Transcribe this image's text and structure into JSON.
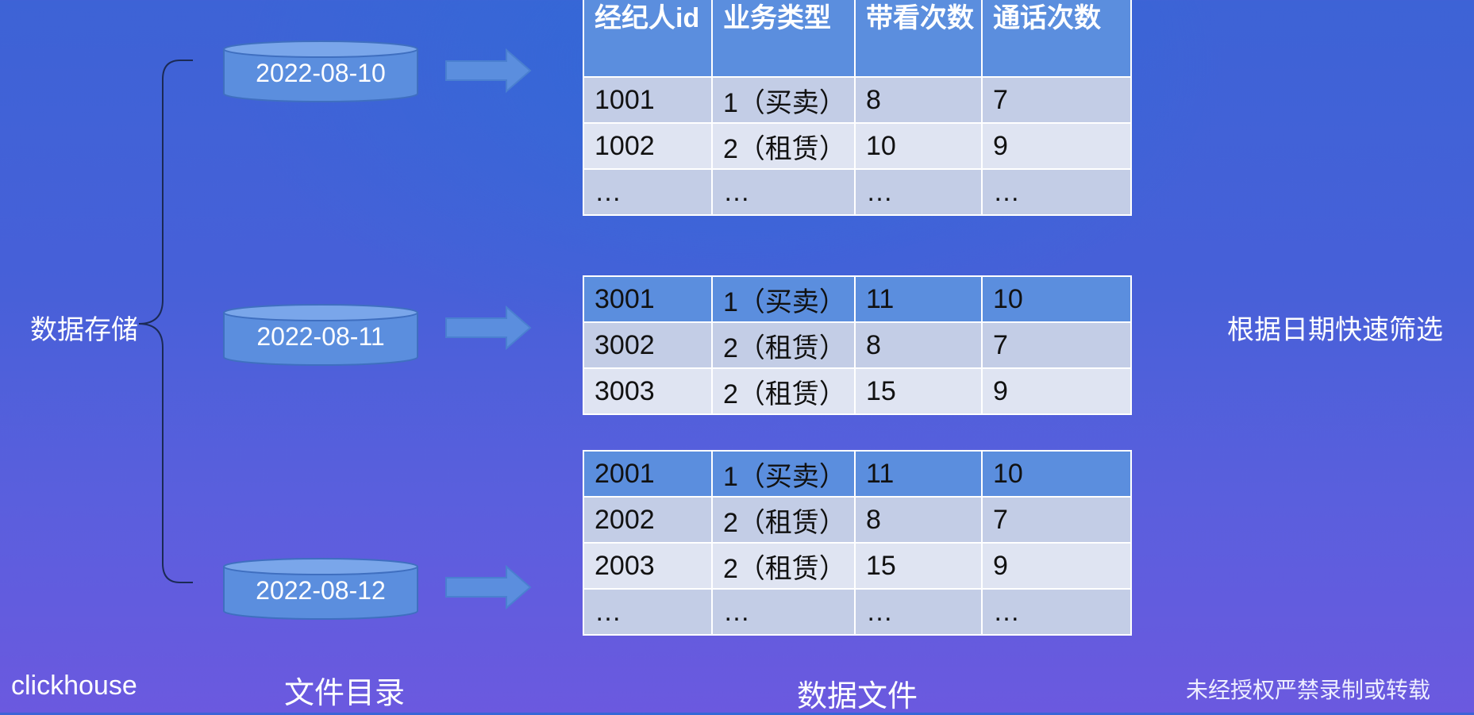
{
  "left_label": "数据存储",
  "right_label": "根据日期快速筛选",
  "footer": {
    "clickhouse": "clickhouse",
    "dir_caption": "文件目录",
    "file_caption": "数据文件",
    "watermark": "未经授权严禁录制或转载"
  },
  "partitions": [
    {
      "date": "2022-08-10"
    },
    {
      "date": "2022-08-11"
    },
    {
      "date": "2022-08-12"
    }
  ],
  "tables": {
    "t1": {
      "headers": [
        "经纪人id",
        "业务类型",
        "带看次数",
        "通话次数"
      ],
      "rows": [
        [
          "1001",
          "1（买卖）",
          "8",
          "7"
        ],
        [
          "1002",
          "2（租赁）",
          "10",
          "9"
        ],
        [
          "…",
          "…",
          "…",
          "…"
        ]
      ]
    },
    "t2": {
      "rows": [
        [
          "3001",
          "1（买卖）",
          "11",
          "10"
        ],
        [
          "3002",
          "2（租赁）",
          "8",
          "7"
        ],
        [
          "3003",
          "2（租赁）",
          "15",
          "9"
        ]
      ]
    },
    "t3": {
      "rows": [
        [
          "2001",
          "1（买卖）",
          "11",
          "10"
        ],
        [
          "2002",
          "2（租赁）",
          "8",
          "7"
        ],
        [
          "2003",
          "2（租赁）",
          "15",
          "9"
        ],
        [
          "…",
          "…",
          "…",
          "…"
        ]
      ]
    }
  },
  "colors": {
    "cylinder": "#5b8ede",
    "arrow": "#5b8ede",
    "header": "#5b8ede",
    "row_odd": "#c3cde6",
    "row_even": "#dfe4f2"
  }
}
